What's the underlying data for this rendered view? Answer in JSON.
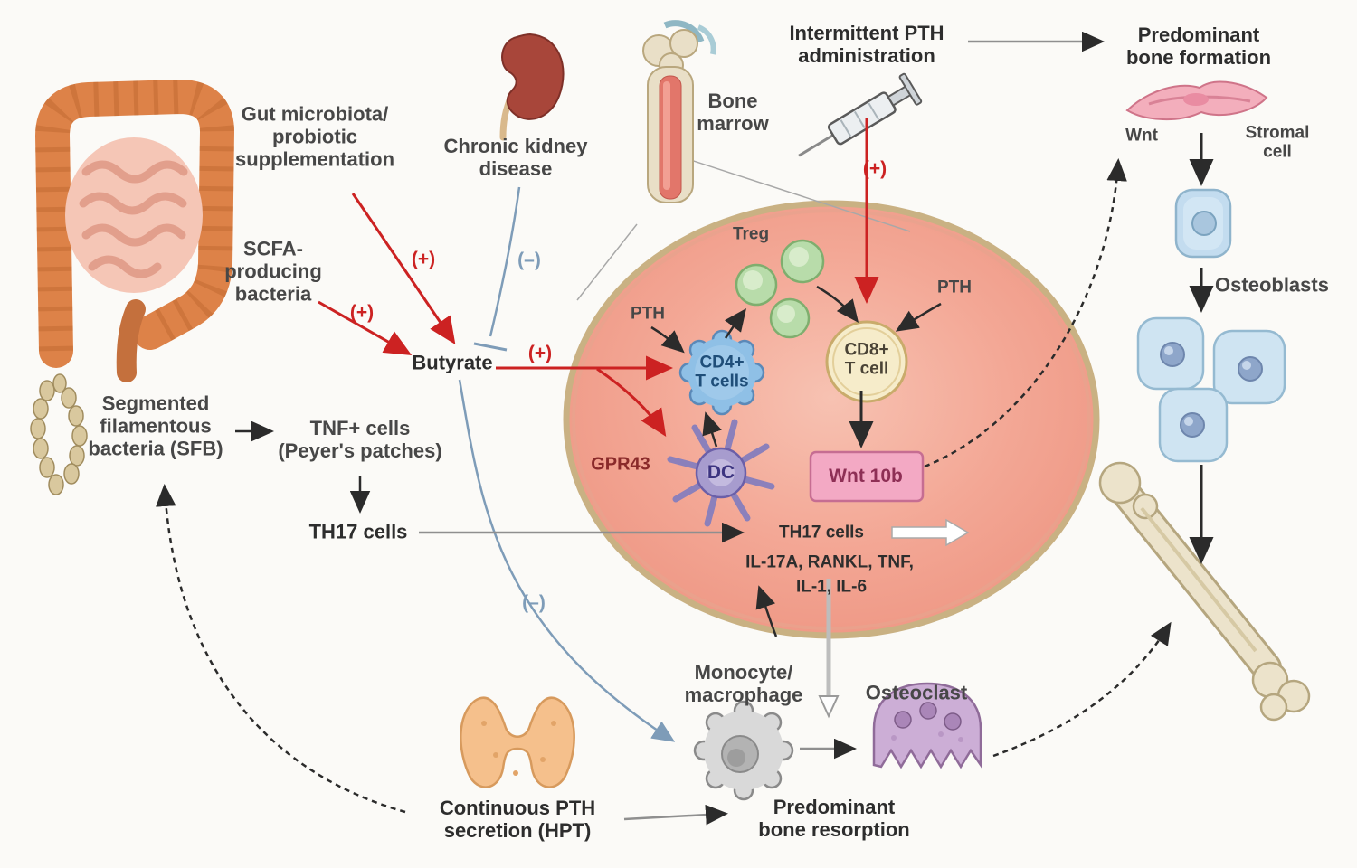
{
  "figure": {
    "labels": {
      "gut_supplement": "Gut microbiota/\nprobiotic\nsupplementation",
      "scfa": "SCFA-\nproducing\nbacteria",
      "chronic_kidney": "Chronic kidney\ndisease",
      "bone_marrow": "Bone\nmarrow",
      "intermittent_pth": "Intermittent PTH\nadministration",
      "bone_formation": "Predominant\nbone formation",
      "wnt": "Wnt",
      "stromal_cell": "Stromal\ncell",
      "osteoblasts": "Osteoblasts",
      "butyrate": "Butyrate",
      "sfb": "Segmented\nfilamentous\nbacteria (SFB)",
      "tnf_cells": "TNF+ cells\n(Peyer's patches)",
      "th17_left": "TH17 cells",
      "treg": "Treg",
      "pth_left": "PTH",
      "pth_right": "PTH",
      "cd4": "CD4+\nT cells",
      "cd8": "CD8+\nT cell",
      "gpr43": "GPR43",
      "dc": "DC",
      "wnt10b": "Wnt 10b",
      "th17_inner": "TH17 cells",
      "cytokines_1": "IL-17A, RANKL, TNF,",
      "cytokines_2": "IL-1, IL-6",
      "monocyte": "Monocyte/\nmacrophage",
      "osteoclast": "Osteoclast",
      "continuous_pth": "Continuous PTH\nsecretion (HPT)",
      "bone_resorption": "Predominant\nbone resorption"
    },
    "signs": {
      "plus": "(+)",
      "minus": "(–)"
    },
    "colors": {
      "stimulation_red": "#cc2222",
      "inhibition_blue": "#7e9cb8",
      "marrow_fill": "#f3a795",
      "marrow_border": "#c9b183",
      "wnt10b_box": "#f3a9c4"
    }
  }
}
